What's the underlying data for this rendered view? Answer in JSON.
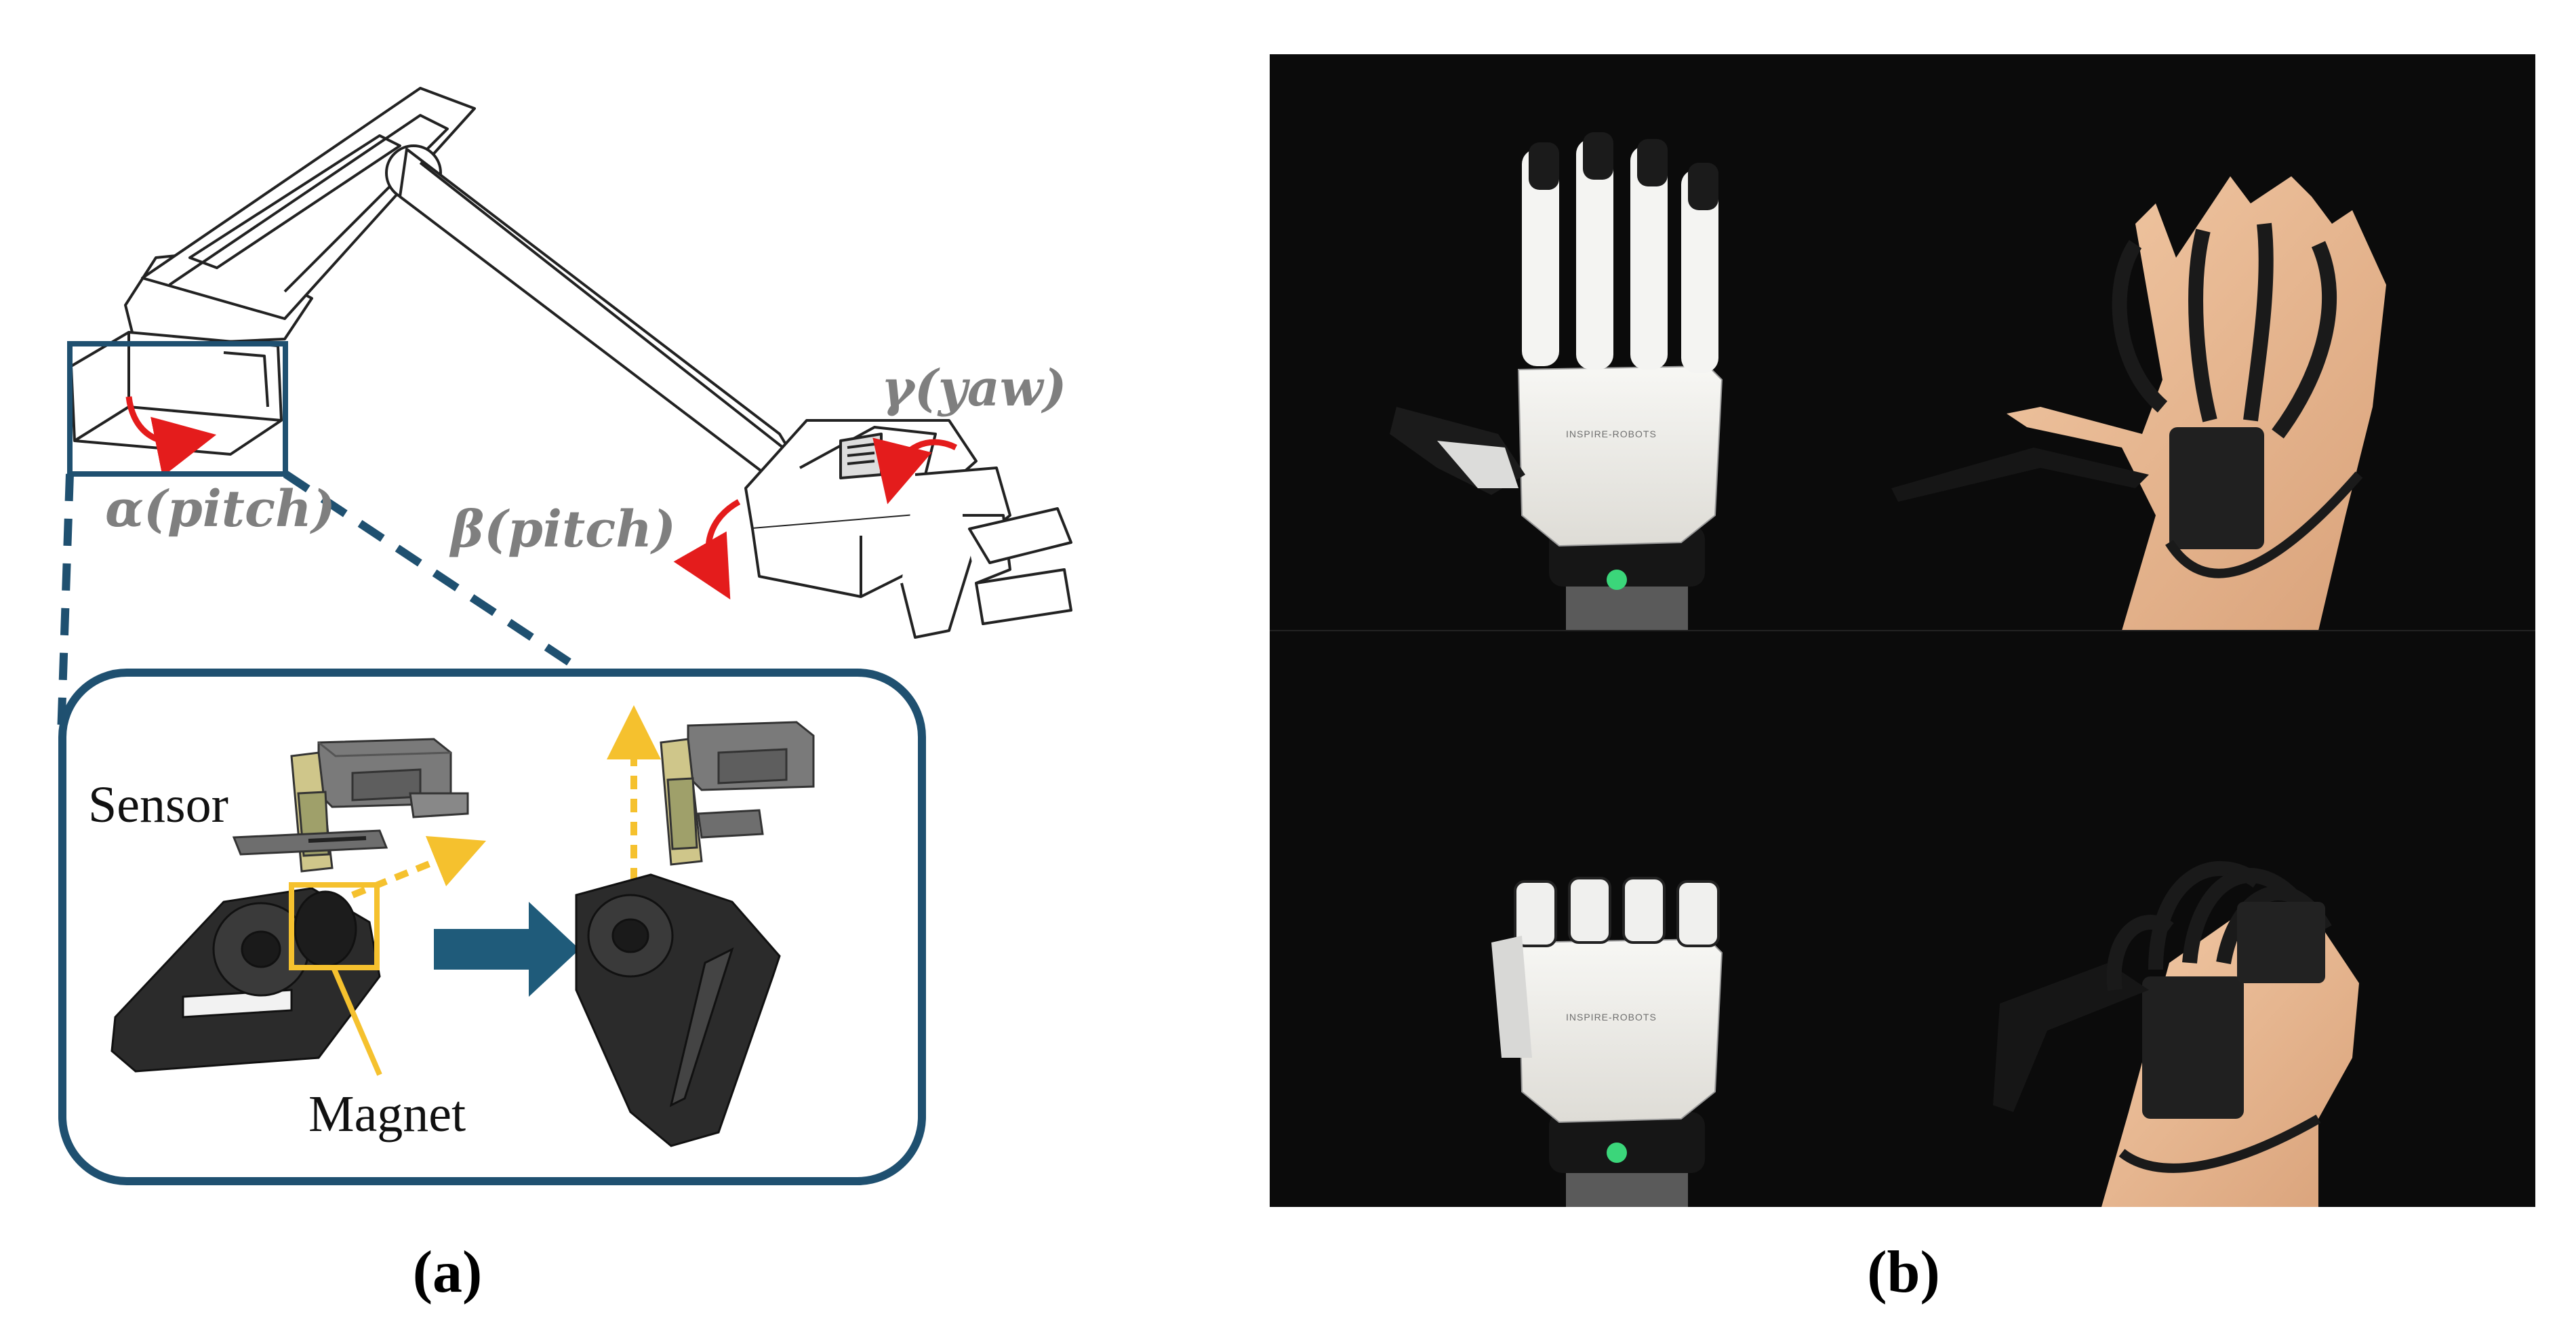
{
  "panel_a": {
    "joint_labels": {
      "alpha": "α(pitch)",
      "beta": "β(pitch)",
      "gamma": "γ(yaw)"
    },
    "inset_labels": {
      "sensor": "Sensor",
      "magnet": "Magnet"
    },
    "caption": "(a)"
  },
  "panel_b": {
    "brand_text_top": "INSPIRE-ROBOTS",
    "brand_text_bottom": "INSPIRE-ROBOTS",
    "caption": "(b)"
  },
  "colors": {
    "inset_border": "#1f5070",
    "transition_arrow": "#1f5b7a",
    "highlight": "#f5c12e",
    "rotation_arrow": "#e41c1c",
    "joint_label": "#7f7f7f"
  }
}
